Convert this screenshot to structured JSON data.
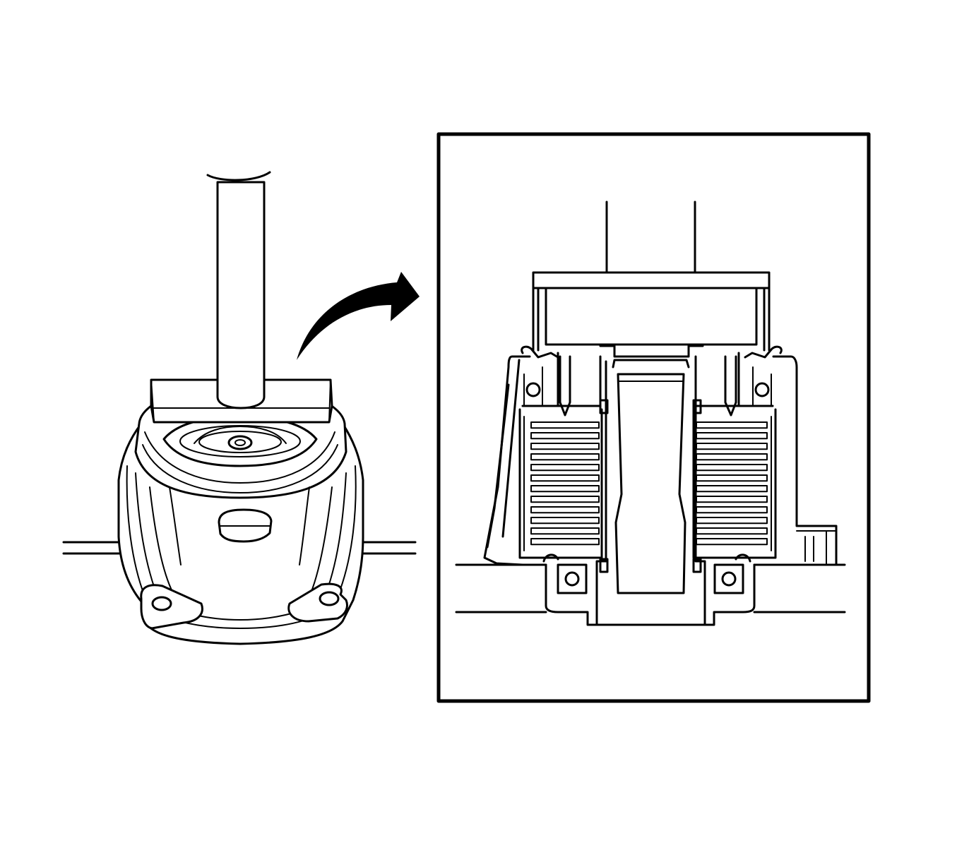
{
  "figure": {
    "kind": "technical-illustration",
    "colors": {
      "ink": "#000000",
      "paper": "#ffffff"
    },
    "left_view": {
      "parts": [
        "press-ram",
        "press-plate",
        "housing",
        "bench-rails",
        "mounting-ears"
      ],
      "icon": "press-installation-drawing"
    },
    "callout_arrow": {
      "icon": "curved-arrow-icon"
    },
    "detail_view": {
      "parts": [
        "press-ram",
        "press-plate",
        "bearing-balls",
        "clutch-plate-stack",
        "center-shaft",
        "lower-bearings",
        "housing-flange"
      ],
      "icon": "cross-section-detail",
      "clutch_plates_per_side": 12
    }
  }
}
